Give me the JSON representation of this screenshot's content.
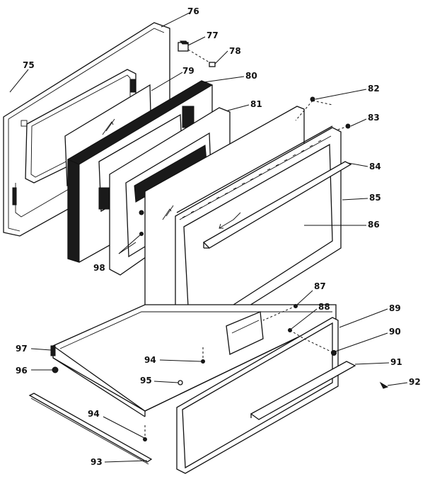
{
  "callouts": [
    {
      "id": "75",
      "label": "75"
    },
    {
      "id": "76",
      "label": "76"
    },
    {
      "id": "77",
      "label": "77"
    },
    {
      "id": "78",
      "label": "78"
    },
    {
      "id": "79",
      "label": "79"
    },
    {
      "id": "80",
      "label": "80"
    },
    {
      "id": "81",
      "label": "81"
    },
    {
      "id": "82",
      "label": "82"
    },
    {
      "id": "83",
      "label": "83"
    },
    {
      "id": "84",
      "label": "84"
    },
    {
      "id": "85",
      "label": "85"
    },
    {
      "id": "86",
      "label": "86"
    },
    {
      "id": "87",
      "label": "87"
    },
    {
      "id": "88",
      "label": "88"
    },
    {
      "id": "89",
      "label": "89"
    },
    {
      "id": "90",
      "label": "90"
    },
    {
      "id": "91",
      "label": "91"
    },
    {
      "id": "92",
      "label": "92"
    },
    {
      "id": "93",
      "label": "93"
    },
    {
      "id": "94a",
      "label": "94"
    },
    {
      "id": "94b",
      "label": "94"
    },
    {
      "id": "95",
      "label": "95"
    },
    {
      "id": "96",
      "label": "96"
    },
    {
      "id": "97",
      "label": "97"
    },
    {
      "id": "98",
      "label": "98"
    }
  ]
}
